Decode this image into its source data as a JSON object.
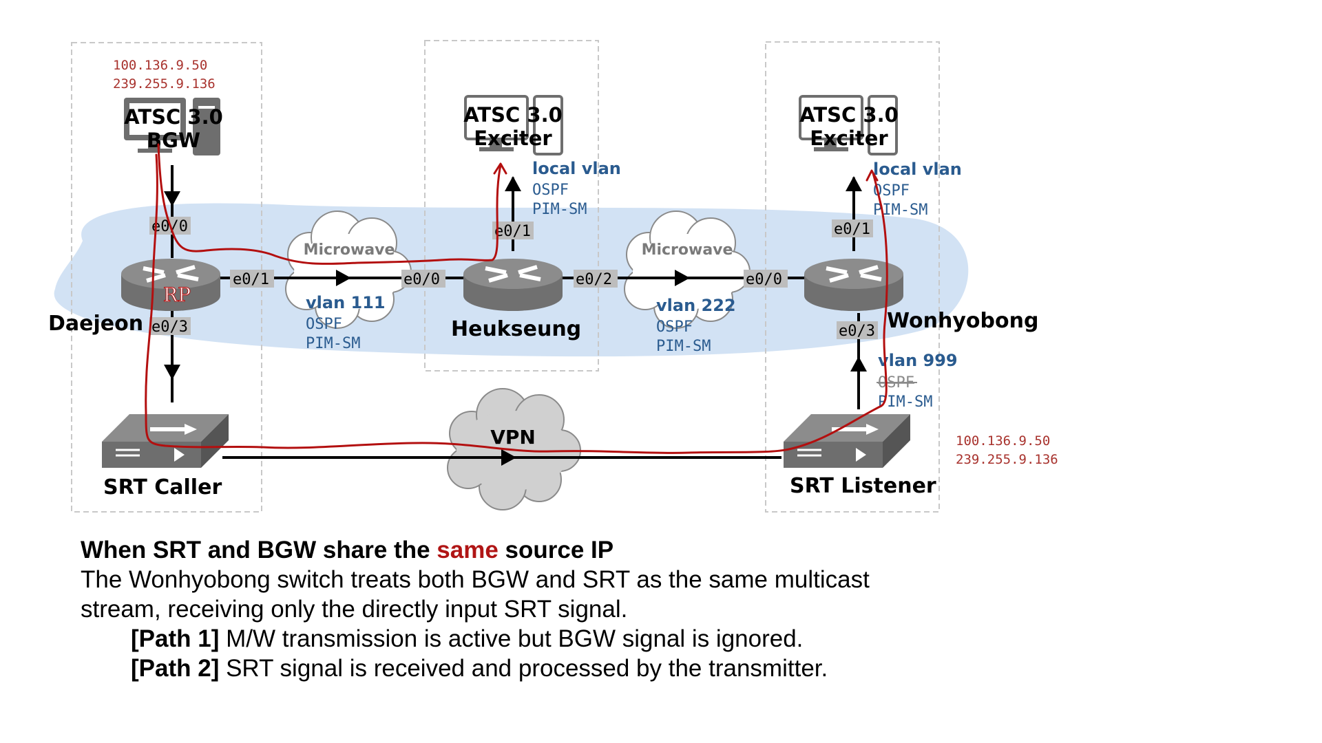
{
  "colors": {
    "path": "#b30f0f",
    "ip_text": "#a8322d",
    "vlan_text": "#2a5b8f",
    "lan_zone": "#cfe0f3",
    "cloud": "#d0d0d0",
    "emphasis": "#b01515"
  },
  "icons": {
    "bgw": "server-computer-icon",
    "exciter": "server-computer-icon",
    "router": "router-icon",
    "srt_device": "switch-icon",
    "cloud": "cloud-icon"
  },
  "nodes": {
    "bgw": {
      "line1": "ATSC 3.0",
      "line2": "BGW",
      "ip1": "100.136.9.50",
      "ip2": "239.255.9.136"
    },
    "exciter_heukseung": {
      "line1": "ATSC 3.0",
      "line2": "Exciter"
    },
    "exciter_wonhyobong": {
      "line1": "ATSC 3.0",
      "line2": "Exciter"
    },
    "daejeon": {
      "name": "Daejeon",
      "rp": "RP"
    },
    "heukseung": {
      "name": "Heukseung"
    },
    "wonhyobong": {
      "name": "Wonhyobong"
    },
    "srt_caller": {
      "name": "SRT Caller"
    },
    "srt_listener": {
      "name": "SRT Listener",
      "ip1": "100.136.9.50",
      "ip2": "239.255.9.136"
    }
  },
  "ports": {
    "daejeon_e00": "e0/0",
    "daejeon_e01": "e0/1",
    "daejeon_e03": "e0/3",
    "heukseung_e00": "e0/0",
    "heukseung_e01": "e0/1",
    "heukseung_e02": "e0/2",
    "wonhyobong_e00": "e0/0",
    "wonhyobong_e01": "e0/1",
    "wonhyobong_e03": "e0/3"
  },
  "clouds": {
    "mw1": "Microwave",
    "mw2": "Microwave",
    "vpn": "VPN"
  },
  "links": {
    "vlan111": {
      "name": "vlan 111",
      "p1": "OSPF",
      "p2": "PIM-SM"
    },
    "vlan222": {
      "name": "vlan 222",
      "p1": "OSPF",
      "p2": "PIM-SM"
    },
    "local_heukseung": {
      "name": "local vlan",
      "p1": "OSPF",
      "p2": "PIM-SM"
    },
    "local_wonhyobong": {
      "name": "local vlan",
      "p1": "OSPF",
      "p2": "PIM-SM"
    },
    "vlan999": {
      "name": "vlan 999",
      "p1": "OSPF",
      "p2": "PIM-SM",
      "p1_struck": true
    }
  },
  "caption": {
    "title_pre": "When SRT and BGW share the ",
    "title_emph": "same",
    "title_post": " source IP",
    "body1": "The Wonhyobong switch treats both BGW and SRT as the same multicast",
    "body2": "stream, receiving only the directly input SRT signal.",
    "path1_label": "[Path 1]",
    "path1_text": " M/W transmission is active but BGW signal is ignored.",
    "path2_label": "[Path 2]",
    "path2_text": " SRT signal is received and processed by the transmitter."
  }
}
